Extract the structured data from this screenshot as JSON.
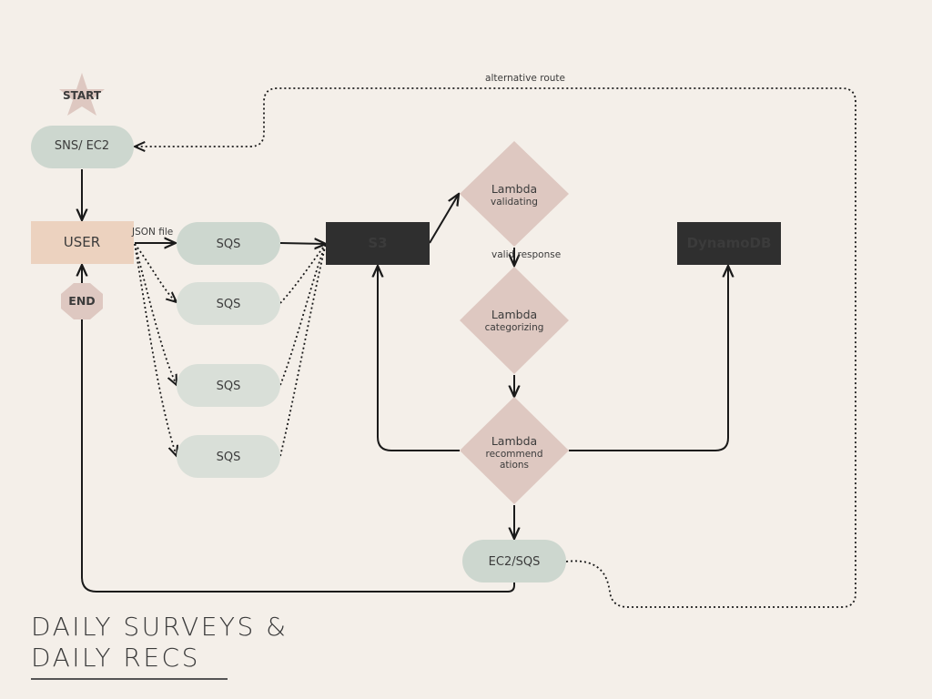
{
  "diagram": {
    "start": "START",
    "end": "END",
    "sns_ec2": "SNS/ EC2",
    "user": "USER",
    "json_file": "JSON file",
    "sqs": [
      "SQS",
      "SQS",
      "SQS",
      "SQS"
    ],
    "s3": "S3",
    "dynamodb": "DynamoDB",
    "lambda_validating": {
      "name": "Lambda",
      "sub": "validating"
    },
    "valid_response": "valid response",
    "lambda_categorizing": {
      "name": "Lambda",
      "sub": "categorizing"
    },
    "lambda_recommendations": {
      "name": "Lambda",
      "sub_line1": "recommend",
      "sub_line2": "ations"
    },
    "ec2_sqs": "EC2/SQS",
    "alternative_route": "alternative route"
  },
  "title": {
    "line1": "DAILY SURVEYS &",
    "line2": "DAILY RECS"
  },
  "colors": {
    "background": "#f4efe9",
    "sage": "#cdd7cf",
    "sage_light": "#d9dfd8",
    "peach": "#ecd2bf",
    "rose": "#dec8c1",
    "dark": "#2f2f2f",
    "line": "#1a1a1a"
  }
}
